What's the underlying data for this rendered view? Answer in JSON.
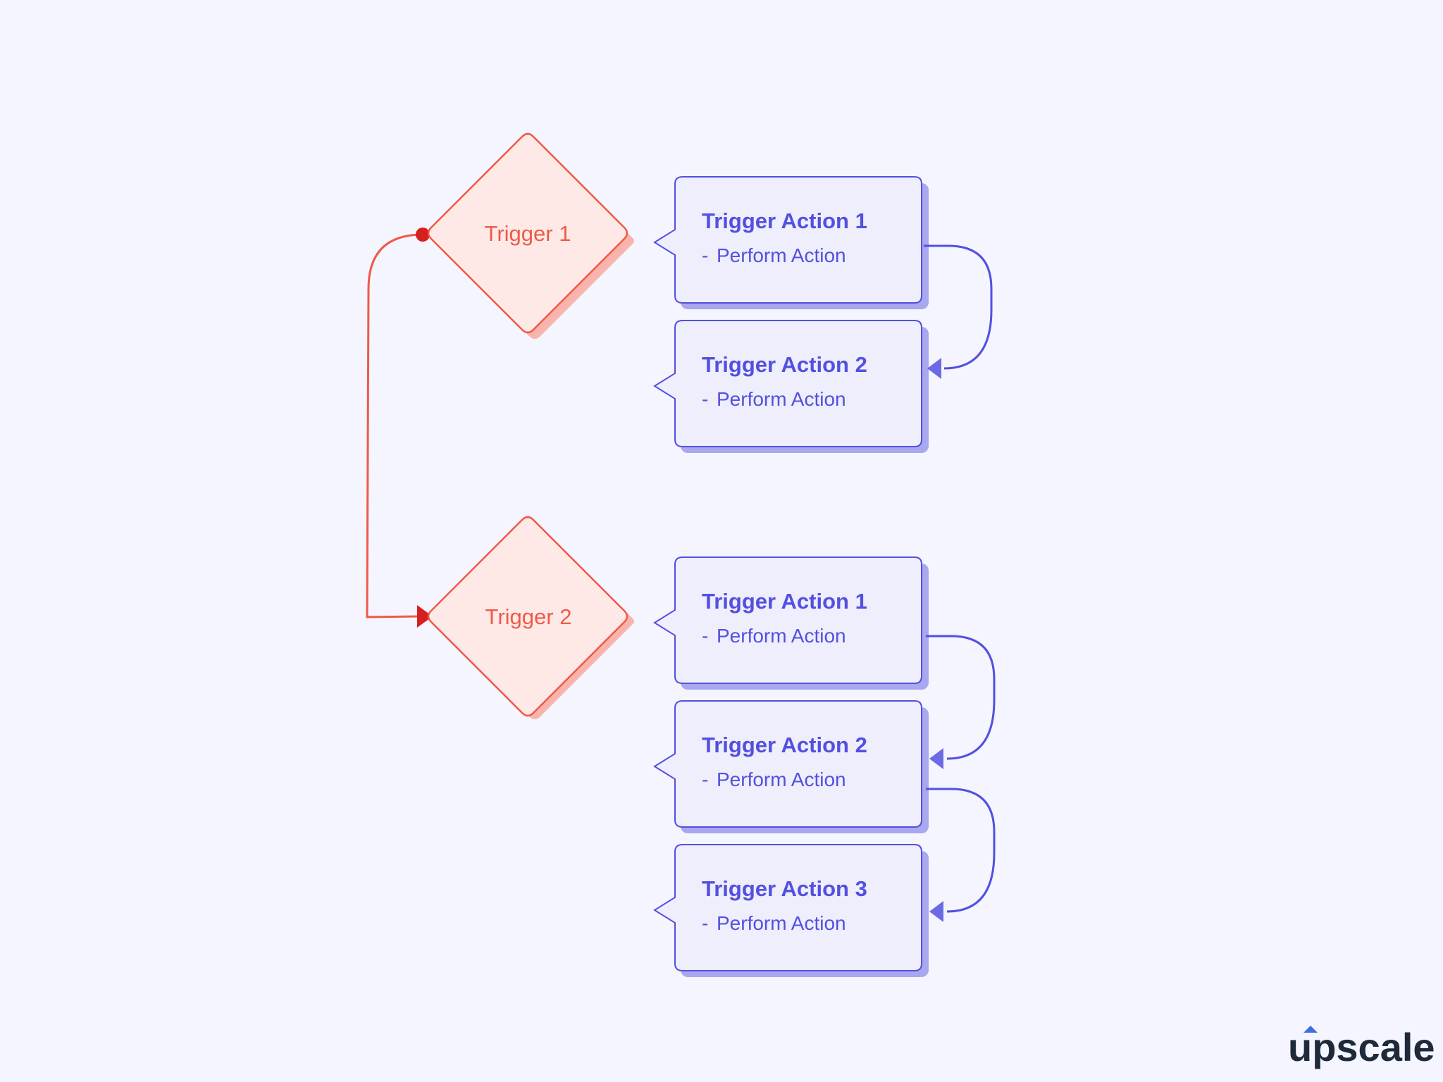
{
  "colors": {
    "background": "#F4F5FE",
    "trigger_stroke": "#EE5A47",
    "trigger_fill": "#FFE9E7",
    "trigger_shadow": "#F8B4AC",
    "action_stroke": "#5350E0",
    "action_fill": "#EEEEFC",
    "action_shadow": "#A9A7EE",
    "brand_text": "#1E2A3A",
    "brand_accent": "#3D6FE0"
  },
  "triggers": [
    {
      "label": "Trigger 1",
      "actions": [
        {
          "title": "Trigger Action 1",
          "bullet": "-",
          "detail": "Perform Action"
        },
        {
          "title": "Trigger Action 2",
          "bullet": "-",
          "detail": "Perform Action"
        }
      ]
    },
    {
      "label": "Trigger 2",
      "actions": [
        {
          "title": "Trigger Action 1",
          "bullet": "-",
          "detail": "Perform Action"
        },
        {
          "title": "Trigger Action 2",
          "bullet": "-",
          "detail": "Perform Action"
        },
        {
          "title": "Trigger Action 3",
          "bullet": "-",
          "detail": "Perform Action"
        }
      ]
    }
  ],
  "brand": {
    "logo_text": "upscale"
  }
}
